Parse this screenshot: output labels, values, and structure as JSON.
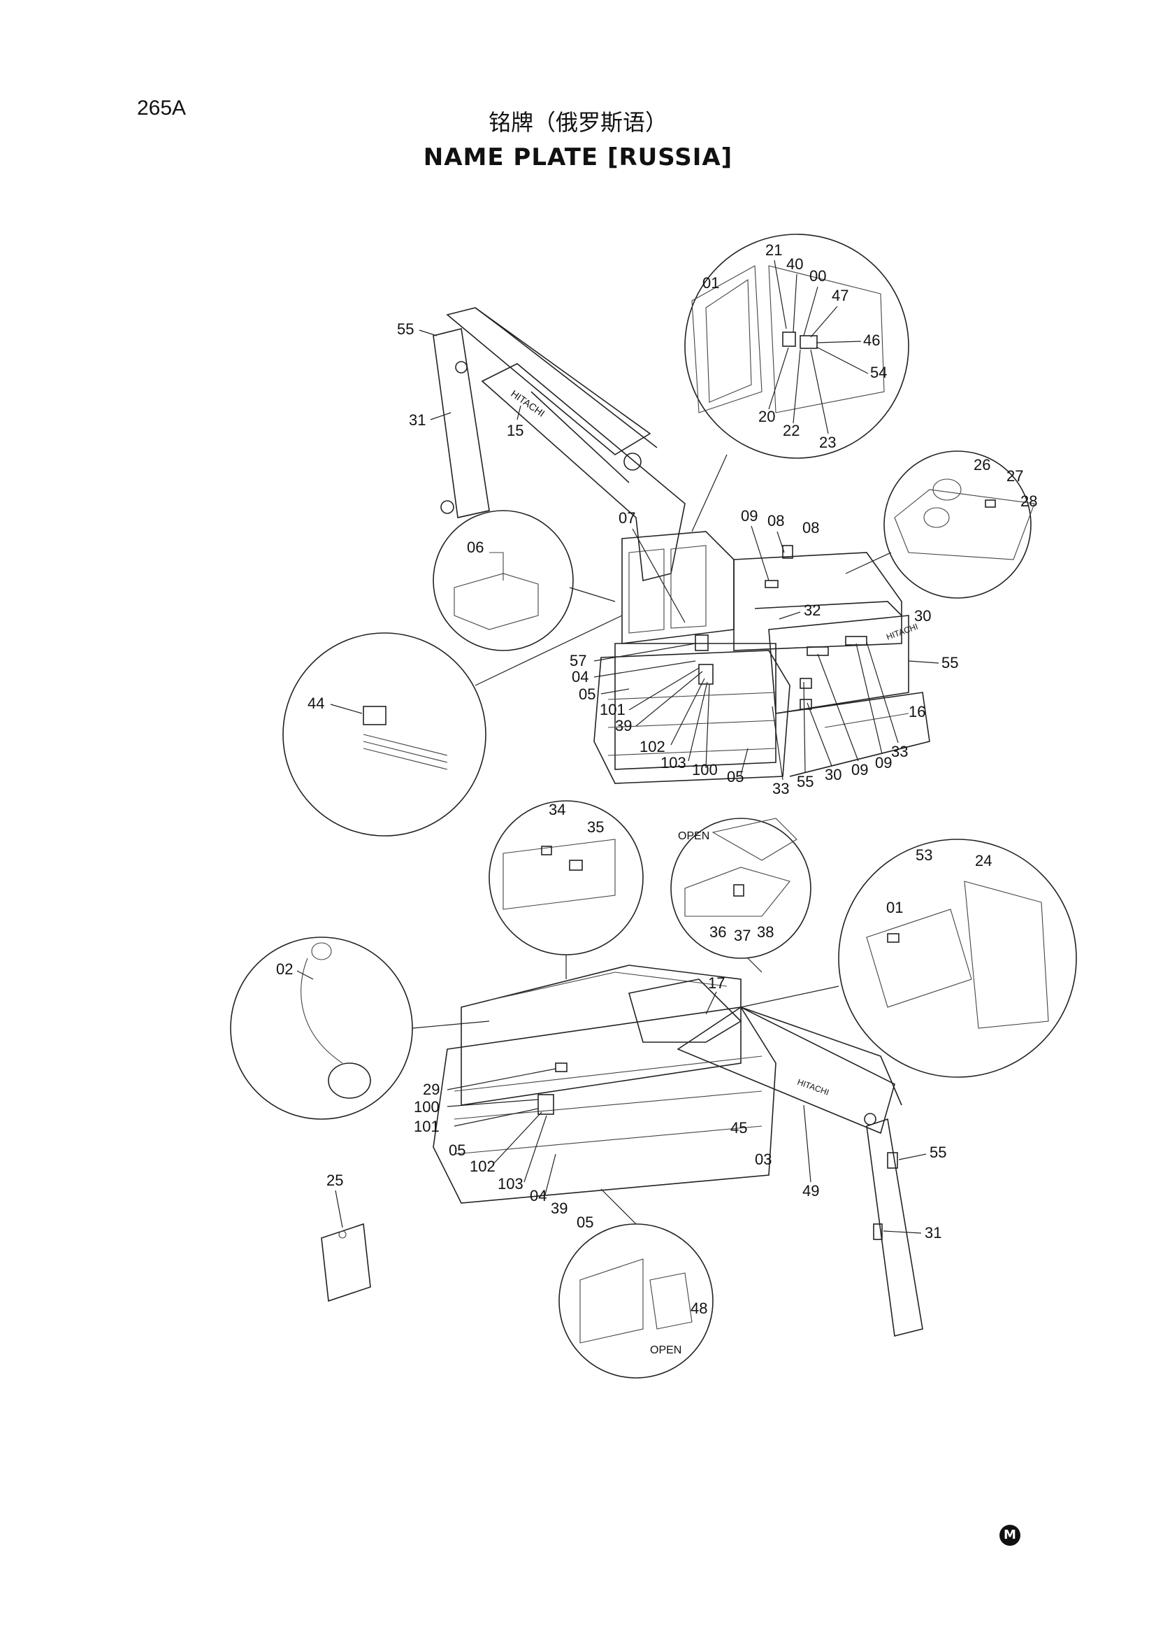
{
  "page_id": "265A",
  "title_cn": "铭牌（俄罗斯语）",
  "title_en": "NAME PLATE [RUSSIA]",
  "brand_text": "HITACHI",
  "open_label": "OPEN",
  "corner_mark": "M",
  "callouts": {
    "c55a": "55",
    "c31a": "31",
    "c15": "15",
    "c01a": "01",
    "c21": "21",
    "c40": "40",
    "c00": "00",
    "c47": "47",
    "c46": "46",
    "c54": "54",
    "c20": "20",
    "c22": "22",
    "c23": "23",
    "c26": "26",
    "c27": "27",
    "c28": "28",
    "c06": "06",
    "c07": "07",
    "c09a": "09",
    "c08a": "08",
    "c08b": "08",
    "c32": "32",
    "c30a": "30",
    "c55b": "55",
    "c16": "16",
    "c57": "57",
    "c04a": "04",
    "c05a": "05",
    "c101a": "101",
    "c39a": "39",
    "c102a": "102",
    "c103a": "103",
    "c100a": "100",
    "c05b": "05",
    "c33a": "33",
    "c55c": "55",
    "c30b": "30",
    "c09b": "09",
    "c09c": "09",
    "c33b": "33",
    "c44": "44",
    "c34": "34",
    "c35": "35",
    "c36": "36",
    "c37": "37",
    "c38": "38",
    "c53": "53",
    "c24": "24",
    "c01b": "01",
    "c02": "02",
    "c17": "17",
    "c29": "29",
    "c100b": "100",
    "c101b": "101",
    "c05c": "05",
    "c102b": "102",
    "c103b": "103",
    "c04b": "04",
    "c39b": "39",
    "c05d": "05",
    "c45": "45",
    "c03": "03",
    "c49": "49",
    "c55d": "55",
    "c31b": "31",
    "c25": "25",
    "c48": "48"
  }
}
